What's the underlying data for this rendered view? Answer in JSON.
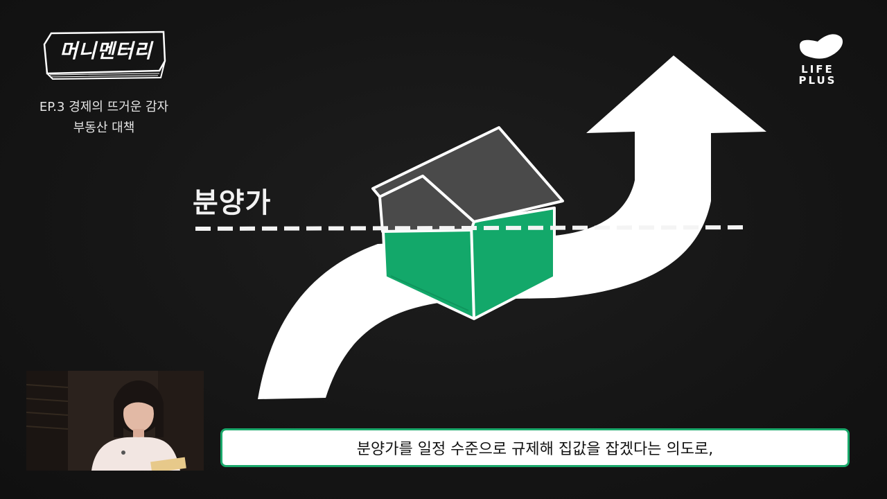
{
  "show": {
    "logo_text": "머니멘터리",
    "episode_line1": "EP.3 경제의 뜨거운 감자",
    "episode_line2": "부동산 대책"
  },
  "brand": {
    "line1": "LIFE",
    "line2": "PLUS"
  },
  "illustration": {
    "label": "분양가",
    "arrow_color": "#ffffff",
    "house_roof_color": "#4a4a4a",
    "house_body_color": "#13a86a",
    "line_style": "dashed"
  },
  "subtitle": {
    "text": "분양가를 일정 수준으로 규제해 집값을 잡겠다는 의도로,"
  },
  "colors": {
    "background": "#141414",
    "accent": "#1aa86b"
  }
}
